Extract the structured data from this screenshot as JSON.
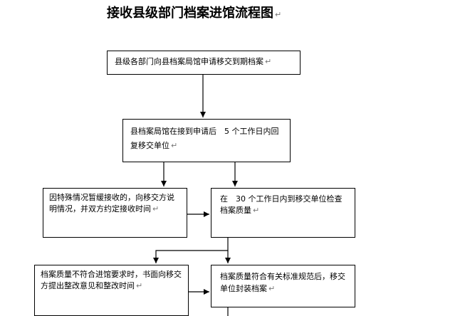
{
  "title": "接收县级部门档案进馆流程图",
  "paragraph_mark": "↵",
  "steps": {
    "apply": "县级各部门向县档案局馆申请移交到期档案",
    "reply": "县档案局馆在接到申请后　5 个工作日内回复移交单位",
    "postpone": "因特殊情况暂缓接收的，向移交方说明情况，并双方约定接收时间",
    "inspect": "在　30 个工作日内到移交单位检查档案质量",
    "reject": "档案质量不符合进馆要求时，书面向移交方提出整改意见和整改时间",
    "accept": "档案质量符合有关标准规范后，移交单位封装档案"
  }
}
